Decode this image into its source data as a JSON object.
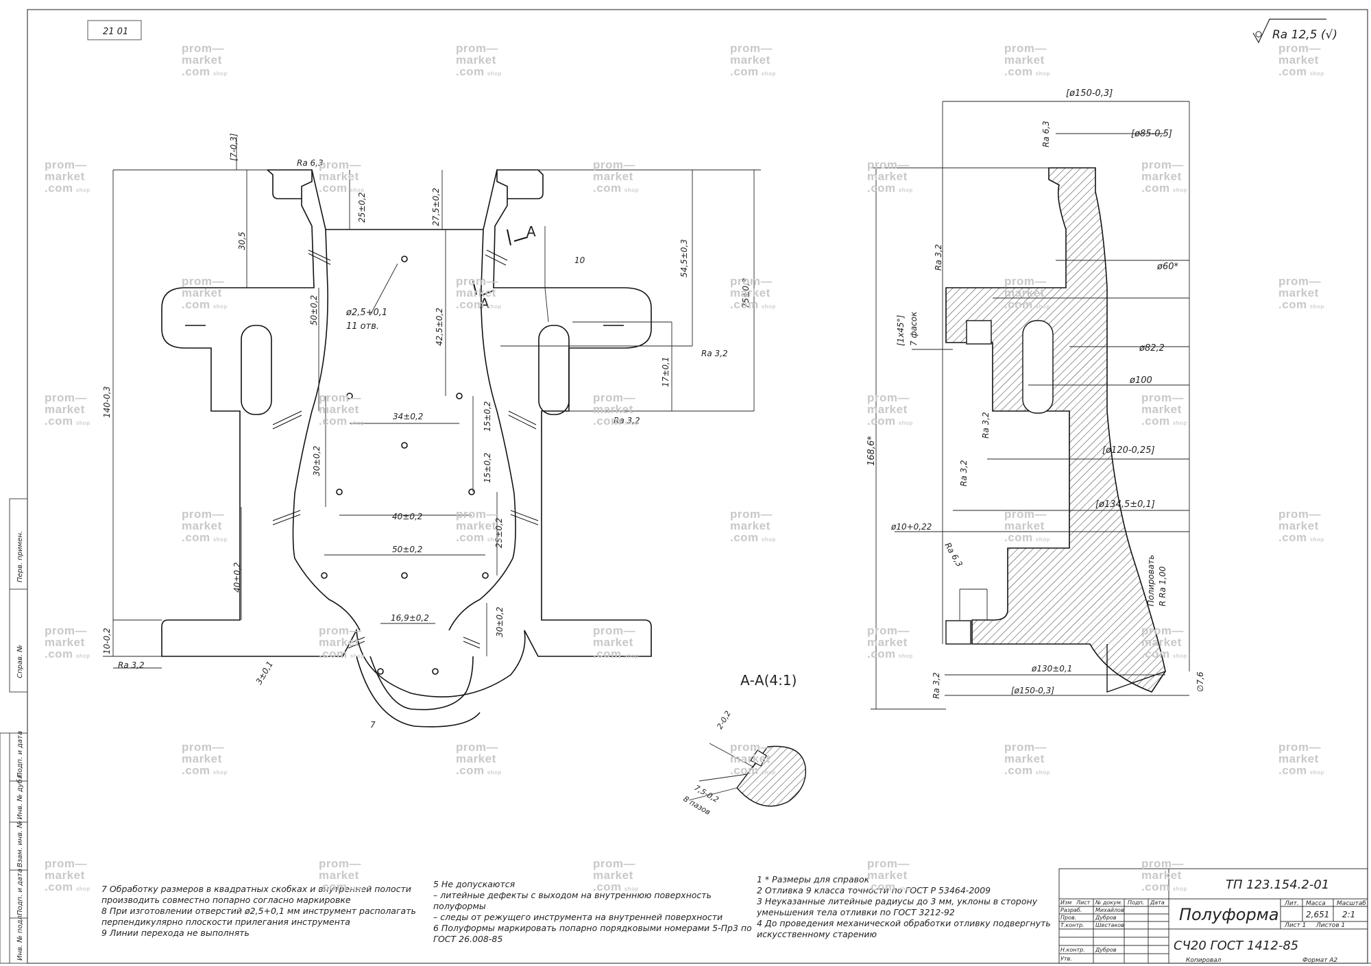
{
  "header": {
    "corner_stamp": "Ra 12,5 (√)",
    "top_left_code": "21 01"
  },
  "view_main": {
    "dimensions": {
      "top_gap": "[7-0,3]",
      "ra_top": "Ra 6,3",
      "d25": "25±0,2",
      "d27_5": "27,5±0,2",
      "d30_5": "30,5",
      "d54_5": "54,5±0,3",
      "d75": "75±0,3",
      "d140": "140-0,3",
      "hole": "ø2,5+0,1",
      "hole_count": "11 отв.",
      "d50": "50±0,2",
      "d42_5": "42,5±0,2",
      "d10": "10",
      "d17": "17±0,1",
      "ra_side1": "Ra 3,2",
      "ra_side2": "Ra 3,2",
      "d34": "34±0,2",
      "d15a": "15±0,2",
      "d15b": "15±0,2",
      "d30": "30±0,2",
      "d40": "40±0,2",
      "d50b": "50±0,2",
      "d25b": "25±0,2",
      "d40b": "40±0,2",
      "d16_9": "16,9±0,2",
      "d30b": "30±0,2",
      "d10b": "10-0,2",
      "ra_bottom": "Ra 3,2",
      "d3": "3±0,1",
      "d7": "7",
      "section_mark": "A"
    }
  },
  "view_section": {
    "dimensions": {
      "d150top": "[ø150-0,3]",
      "ra63": "Ra 6,3",
      "d85": "[ø85-0,5]",
      "ra32a": "Ra 3,2",
      "chamfer": "[1x45°]",
      "chamfer_count": "7 фасок",
      "d60": "ø60*",
      "d82": "ø82,2",
      "d100": "ø100",
      "ra32b": "Ra 3,2",
      "d120": "[ø120-0,25]",
      "ra32c": "Ra 3,2",
      "d134": "[ø134,5±0,1]",
      "h168": "168,6*",
      "d10": "ø10+0,22",
      "ra63b": "Ra 6,3",
      "polish": "Полировать",
      "polish_ra": "R Ra 1,00",
      "ra32d": "Ra 3,2",
      "d130": "ø130±0,1",
      "d150b": "[ø150-0,3]",
      "d7_6": "∅7,6"
    }
  },
  "detail": {
    "title": "А-А(4:1)",
    "dim1": "2-0,2",
    "dim2": "7,5-0,2",
    "dim3": "8 пазов"
  },
  "notes": {
    "col1": [
      "7 Обработку размеров в квадратных скобках и внутренней полости",
      "производить совместно попарно согласно маркировке",
      "8 При изготовлении отверстий ø2,5+0,1 мм инструмент располагать",
      "перпендикулярно плоскости прилегания инструмента",
      "9 Линии перехода не выполнять"
    ],
    "col2": [
      "5 Не допускаются",
      "– литейные дефекты с выходом на внутреннюю поверхность",
      "полуформы",
      "– следы от режущего инструмента на внутренней поверхности",
      "6 Полуформы маркировать попарно порядковыми номерами 5-Пр3 по",
      "ГОСТ 26.008-85"
    ],
    "col3": [
      "1 * Размеры для справок",
      "2 Отливка 9 класса точности по ГОСТ Р 53464-2009",
      "3 Неуказанные литейные радиусы до 3 мм, уклоны в сторону",
      "уменьшения тела отливки по ГОСТ 3212-92",
      "4 До проведения механической обработки отливку подвергнуть",
      "искусственному старению"
    ]
  },
  "title_block": {
    "doc_code": "ТП 123.154.2-01",
    "part_name": "Полуформа",
    "material": "СЧ20 ГОСТ 1412-85",
    "col_lit": "Лит.",
    "col_mass": "Масса",
    "col_scale": "Масштаб",
    "mass": "2,651",
    "scale": "2:1",
    "sheet": "Лист 1",
    "sheets": "Листов 1",
    "rows": [
      "Изм",
      "Лист",
      "№ докум.",
      "Подп.",
      "Дата"
    ],
    "role_dev": "Разраб.",
    "role_check": "Пров.",
    "role_tcontr": "Т.контр.",
    "role_ncontr": "Н.контр.",
    "role_approve": "Утв.",
    "name_dev": "Михайлов",
    "name_check": "Дубров",
    "name_tcontr": "Шестаков",
    "name_ncontr": "Дубров",
    "copied": "Копировал",
    "format": "Формат А2"
  },
  "side_stamps": [
    "Перв. примен.",
    "Справ. №",
    "Подп. и дата",
    "Инв. № дубл.",
    "Взам. инв. №",
    "Подп. и дата",
    "Инв. № подл."
  ],
  "watermark": {
    "line1": "prom—",
    "line2": "market",
    "line3": ".com",
    "tag": "shop"
  }
}
